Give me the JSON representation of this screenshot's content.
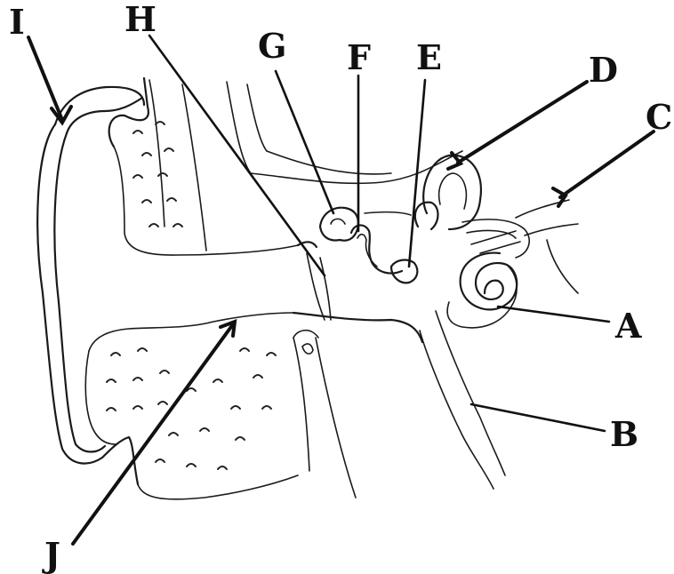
{
  "labels": {
    "A": "A",
    "B": "B",
    "C": "C",
    "D": "D",
    "E": "E",
    "F": "F",
    "G": "G",
    "H": "H",
    "I": "I",
    "J": "J"
  },
  "colors": {
    "ink": "#1a1a1a",
    "paper": "#ffffff"
  }
}
